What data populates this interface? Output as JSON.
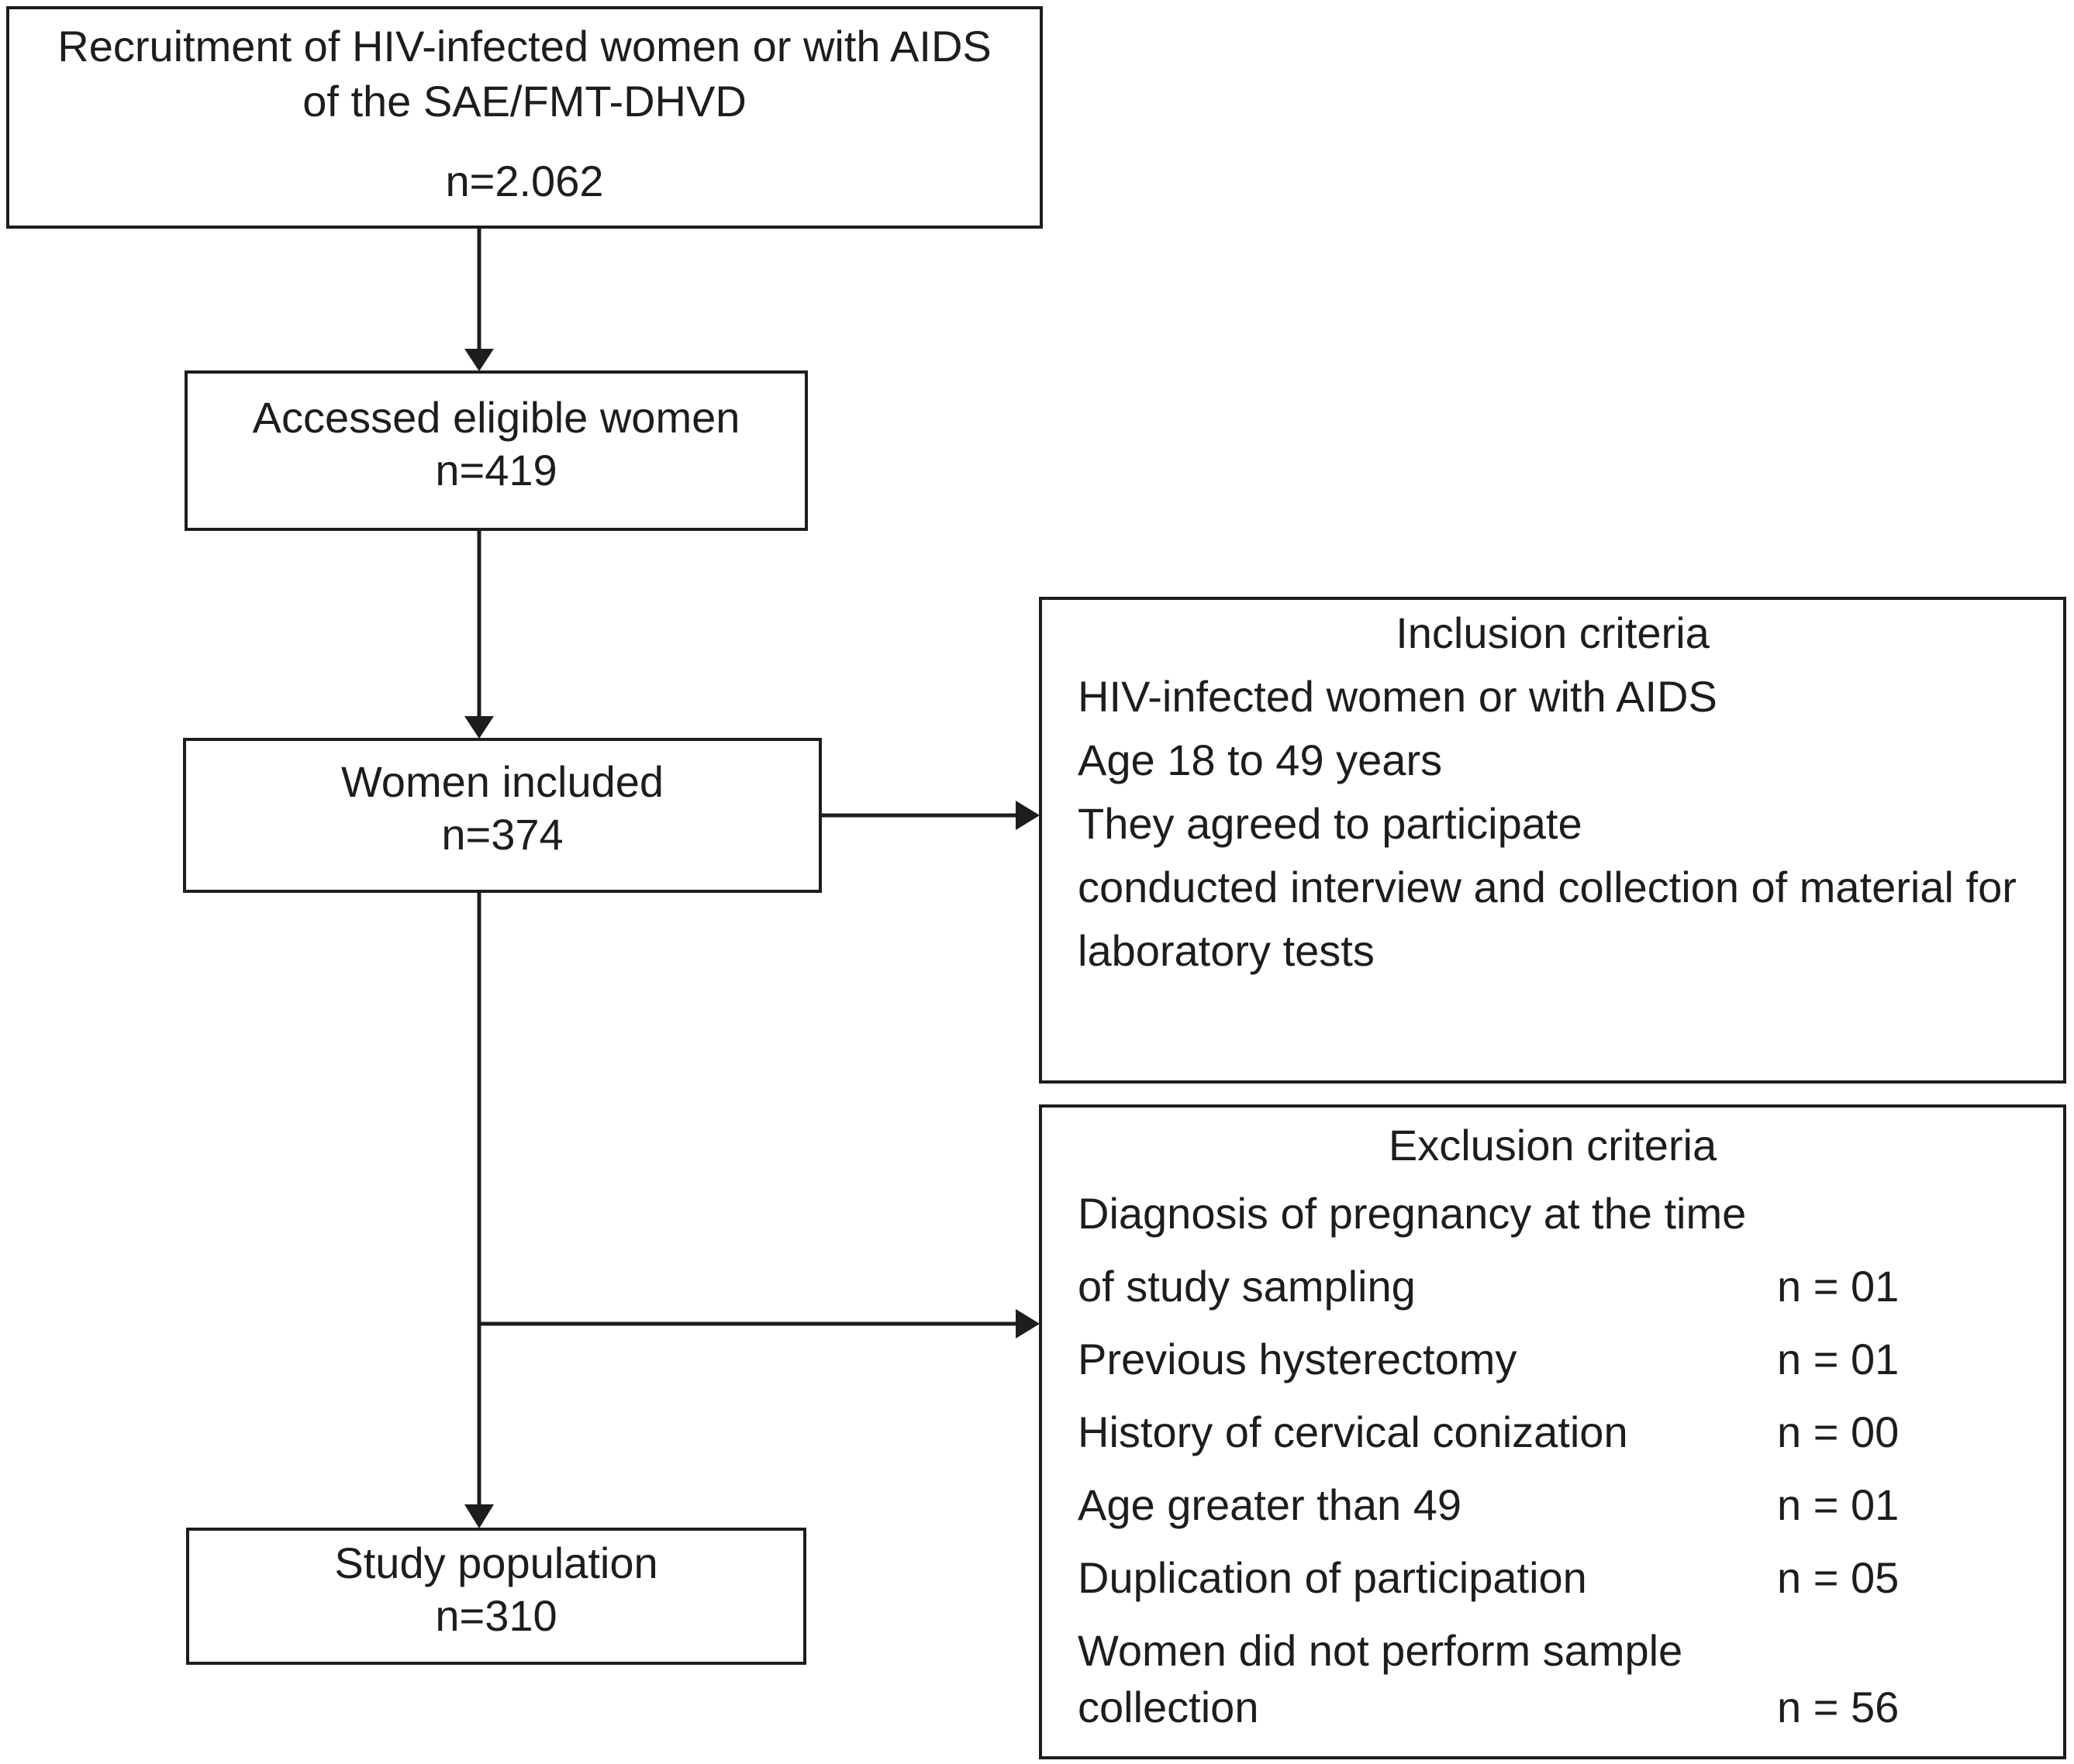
{
  "colors": {
    "ink": "#1d1d1d",
    "background": "#ffffff"
  },
  "flow": {
    "recruitment": {
      "title_line1": "Recruitment of HIV-infected women or with AIDS",
      "title_line2": "of the SAE/FMT-DHVD",
      "n": "n=2.062"
    },
    "accessed": {
      "label": "Accessed eligible women",
      "n": "n=419"
    },
    "included": {
      "label": "Women included",
      "n": "n=374"
    },
    "study": {
      "label": "Study population",
      "n": "n=310"
    }
  },
  "inclusion": {
    "title": "Inclusion criteria",
    "items": [
      "HIV-infected women or with AIDS",
      "Age 18 to 49 years",
      "They agreed to participate",
      "conducted interview and collection of material for",
      "laboratory tests"
    ]
  },
  "exclusion": {
    "title": "Exclusion criteria",
    "items": [
      {
        "label": "Diagnosis of pregnancy at the time",
        "label2": "of study sampling",
        "n": "n = 01"
      },
      {
        "label": "Previous hysterectomy",
        "n": "n = 01"
      },
      {
        "label": "History of cervical conization",
        "n": "n = 00"
      },
      {
        "label": "Age greater than 49",
        "n": "n = 01"
      },
      {
        "label": "Duplication of participation",
        "n": "n = 05"
      },
      {
        "label": "Women did not perform sample",
        "label2": "collection",
        "n": "n = 56"
      }
    ]
  }
}
